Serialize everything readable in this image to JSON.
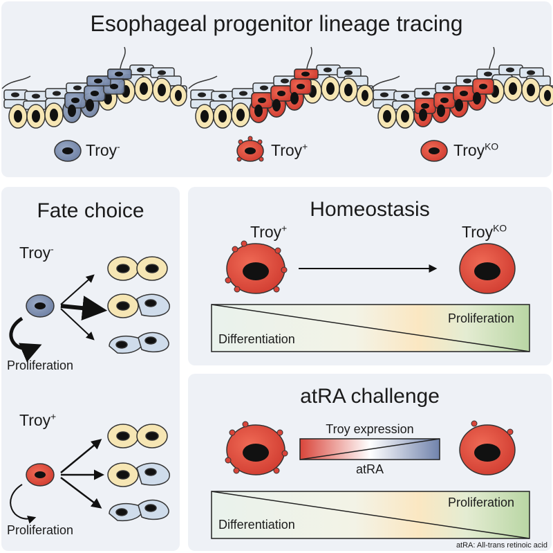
{
  "top": {
    "title": "Esophageal progenitor lineage tracing",
    "legend": [
      {
        "base": "Troy",
        "sup": "-"
      },
      {
        "base": "Troy",
        "sup": "+"
      },
      {
        "base": "Troy",
        "sup": "KO"
      }
    ]
  },
  "fate": {
    "title": "Fate choice",
    "neg_label": {
      "base": "Troy",
      "sup": "-"
    },
    "pos_label": {
      "base": "Troy",
      "sup": "+"
    },
    "prolif_1": "Proliferation",
    "prolif_2": "Proliferation"
  },
  "homeostasis": {
    "title": "Homeostasis",
    "left_label": {
      "base": "Troy",
      "sup": "+"
    },
    "right_label": {
      "base": "Troy",
      "sup": "KO"
    },
    "bar_right": "Proliferation",
    "bar_left": "Differentiation"
  },
  "atra": {
    "title": "atRA challenge",
    "expression_label": "Troy expression",
    "atra_label": "atRA",
    "bar_right": "Proliferation",
    "bar_left": "Differentiation"
  },
  "footnote": "atRA: All-trans retinoic acid",
  "colors": {
    "panel_bg": "#eef1f6",
    "troy_neg": "#7f91b2",
    "troy_pos": "#d9453a",
    "cell_cream": "#f6e6b4",
    "cell_light_blue": "#cfdceb"
  }
}
